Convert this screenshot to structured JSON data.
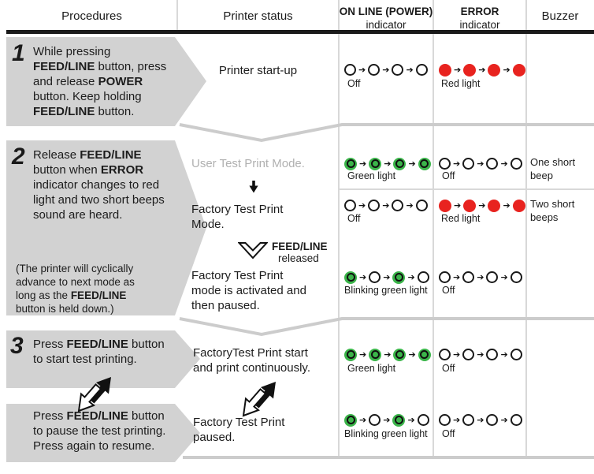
{
  "colors": {
    "red_led": "#e8231f",
    "green_led": "#3bb54a",
    "procedure_box_gray": "#d2d2d2",
    "divider_gray": "#cccccc",
    "muted_text_gray": "#b0b0b0",
    "rule_black": "#1a1a1a"
  },
  "header": {
    "procedures": "Procedures",
    "printer_status": "Printer status",
    "online_line1": "ON LINE (POWER)",
    "online_line2": "indicator",
    "error_line1": "ERROR",
    "error_line2": "indicator",
    "buzzer": "Buzzer"
  },
  "procedures": {
    "step1": {
      "number": "1",
      "s1": "While pressing ",
      "s2": "FEED/LINE",
      "s3": " button, press and release ",
      "s4": "POWER",
      "s5": " button. Keep holding ",
      "s6": "FEED/LINE",
      "s7": " button."
    },
    "step2": {
      "number": "2",
      "s1": "Release ",
      "s2": "FEED/LINE",
      "s3": " button when ",
      "s4": "ERROR",
      "s5": " indicator changes to red light and two short beeps sound are heard.",
      "note1": "(The printer will cyclically advance to next mode as long as the ",
      "note2": "FEED/LINE",
      "note3": " button is held down.)"
    },
    "step3": {
      "number": "3",
      "a1": "Press ",
      "a2": "FEED/LINE",
      "a3": " button to start test printing.",
      "b1": "Press ",
      "b2": "FEED/LINE",
      "b3": " button to pause the test printing. Press again to resume."
    }
  },
  "printer_status": {
    "row1": "Printer start-up",
    "user_test_mode": "User Test Print Mode.",
    "factory_test_mode": "Factory Test Print Mode.",
    "released_bold": "FEED/LINE",
    "released_rest": "released",
    "factory_activated": "Factory Test Print mode is activated and then paused.",
    "row3a": "FactoryTest Print start and print continuously.",
    "row3b": "Factory Test Print paused."
  },
  "indicators": {
    "row1": {
      "online": {
        "leds": "oooo",
        "label": "Off"
      },
      "error": {
        "leds": "rrrr",
        "label": "Red light"
      },
      "buzzer": ""
    },
    "row2a": {
      "online": {
        "leds": "gggg",
        "label": "Green light"
      },
      "error": {
        "leds": "oooo",
        "label": "Off"
      },
      "buzzer": "One short beep"
    },
    "row2b": {
      "online": {
        "leds": "oooo",
        "label": "Off"
      },
      "error": {
        "leds": "rrrr",
        "label": "Red light"
      },
      "buzzer": "Two short beeps"
    },
    "row2c": {
      "online": {
        "leds": "gogo",
        "label": "Blinking green light"
      },
      "error": {
        "leds": "oooo",
        "label": "Off"
      },
      "buzzer": ""
    },
    "row3a": {
      "online": {
        "leds": "gggg",
        "label": "Green light"
      },
      "error": {
        "leds": "oooo",
        "label": "Off"
      },
      "buzzer": ""
    },
    "row3b": {
      "online": {
        "leds": "gogo",
        "label": "Blinking green light"
      },
      "error": {
        "leds": "oooo",
        "label": "Off"
      },
      "buzzer": ""
    }
  },
  "icons": {
    "step_arrow_down": "small solid down arrow",
    "released_arrow": "hollow chevron down arrow",
    "press_toggle": "press/release toggle arrows"
  }
}
